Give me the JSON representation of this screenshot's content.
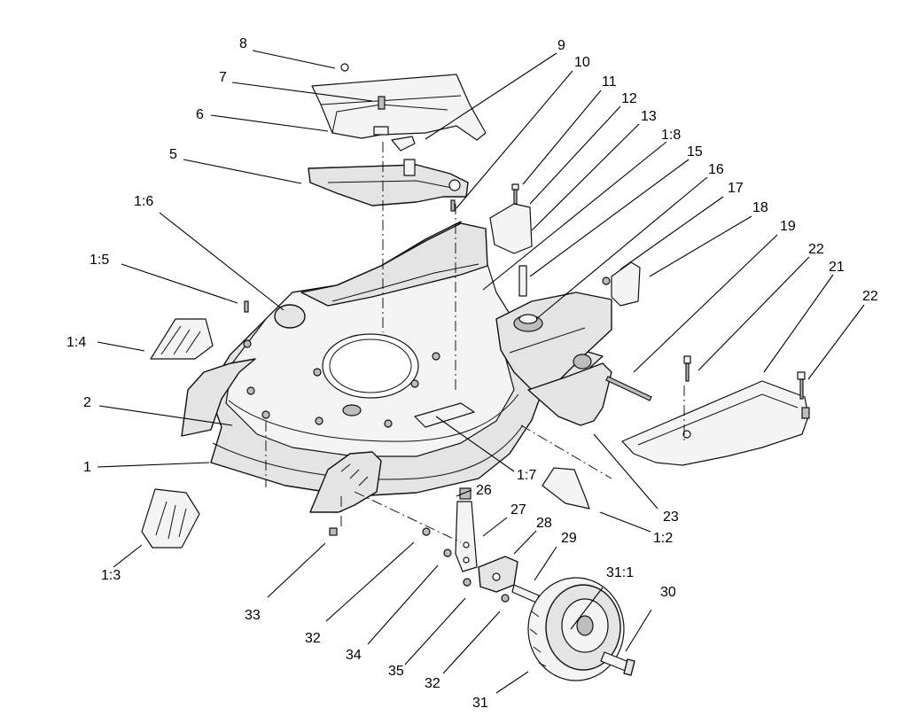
{
  "labels": {
    "l8": "8",
    "l7": "7",
    "l6": "6",
    "l5": "5",
    "l9": "9",
    "l10": "10",
    "l11": "11",
    "l12": "12",
    "l13": "13",
    "l1_8": "1:8",
    "l15": "15",
    "l16": "16",
    "l17": "17",
    "l18": "18",
    "l19": "19",
    "l22a": "22",
    "l21": "21",
    "l22b": "22",
    "l1_6": "1:6",
    "l1_5": "1:5",
    "l1_4": "1:4",
    "l2": "2",
    "l1": "1",
    "l1_7": "1:7",
    "l26": "26",
    "l27": "27",
    "l28": "28",
    "l29": "29",
    "l31_1": "31:1",
    "l30": "30",
    "l23": "23",
    "l1_2": "1:2",
    "l1_3": "1:3",
    "l33": "33",
    "l32a": "32",
    "l34": "34",
    "l35": "35",
    "l32b": "32",
    "l31": "31"
  }
}
